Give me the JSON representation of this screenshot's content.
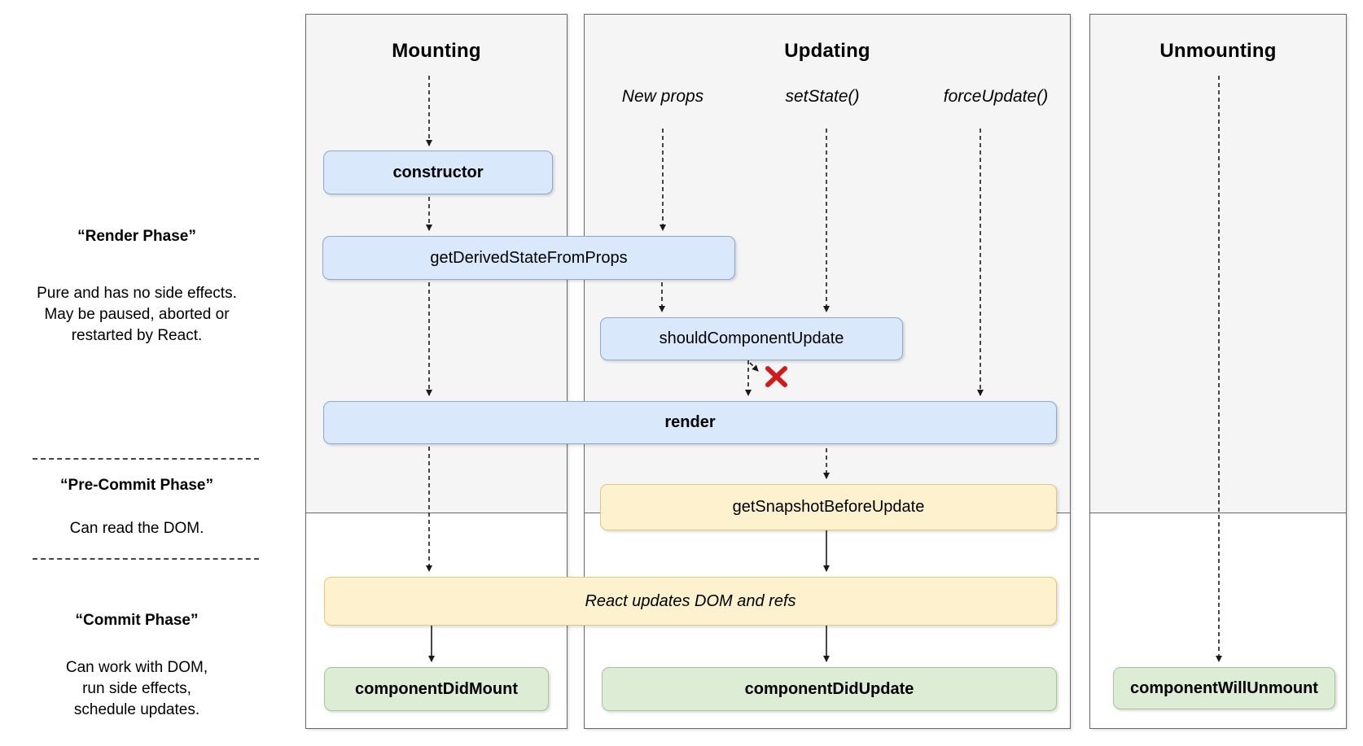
{
  "diagram": {
    "columns": {
      "mounting": {
        "title": "Mounting"
      },
      "updating": {
        "title": "Updating"
      },
      "unmounting": {
        "title": "Unmounting"
      }
    },
    "triggers": {
      "new_props": "New props",
      "set_state": "setState()",
      "force_update": "forceUpdate()"
    },
    "nodes": {
      "constructor": "constructor",
      "get_derived": "getDerivedStateFromProps",
      "should_update": "shouldComponentUpdate",
      "render": "render",
      "get_snapshot": "getSnapshotBeforeUpdate",
      "react_updates": "React updates DOM and refs",
      "did_mount": "componentDidMount",
      "did_update": "componentDidUpdate",
      "will_unmount": "componentWillUnmount"
    },
    "phases": {
      "render_phase": {
        "title": "“Render Phase”",
        "lines": [
          "Pure and has no side effects.",
          "May be paused, aborted or",
          "restarted by React."
        ]
      },
      "pre_commit_phase": {
        "title": "“Pre-Commit Phase”",
        "lines": [
          "Can read the DOM."
        ]
      },
      "commit_phase": {
        "title": "“Commit Phase”",
        "lines": [
          "Can work with DOM,",
          "run side effects,",
          "schedule updates."
        ]
      }
    },
    "icons": {
      "abort_marker": "red-x-icon"
    }
  },
  "colors": {
    "blue_fill": "#dae8fc",
    "blue_border": "#8fa7c9",
    "yellow_fill": "#fdf2cd",
    "yellow_border": "#dfc981",
    "green_fill": "#dcecd5",
    "green_border": "#a3c493",
    "panel_fill": "#f5f5f5",
    "panel_border": "#676767",
    "x_red": "#cf1b1b",
    "arrow_black": "#1a1a1a"
  }
}
